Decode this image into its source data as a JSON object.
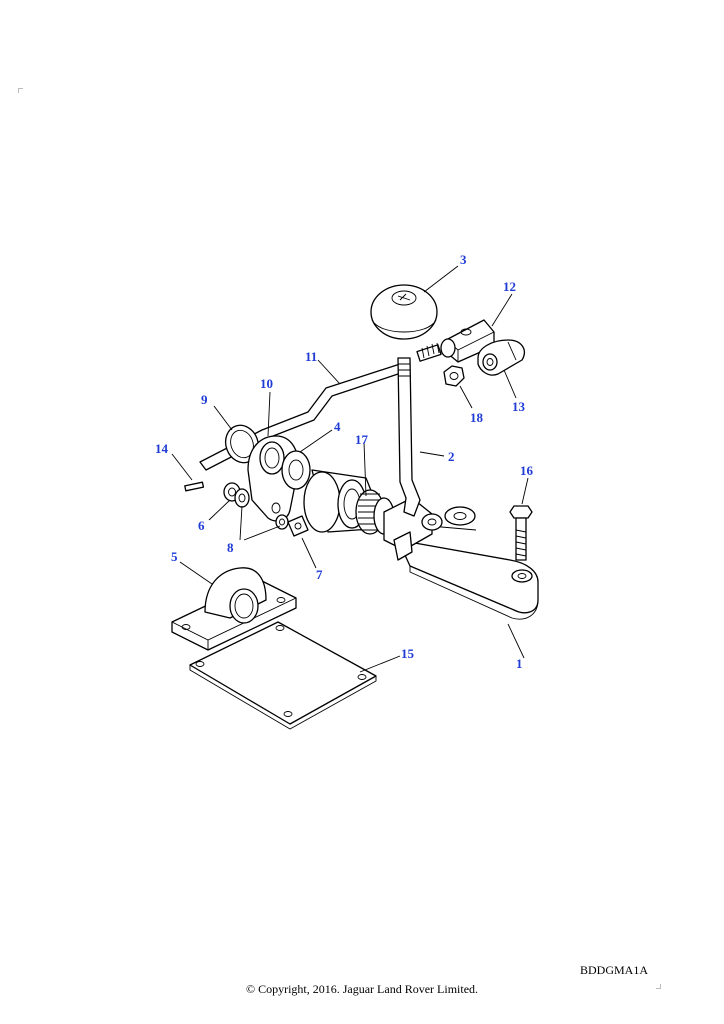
{
  "diagram": {
    "callout_color": "#1f3bd6",
    "callouts": [
      {
        "id": "1"
      },
      {
        "id": "2"
      },
      {
        "id": "3"
      },
      {
        "id": "4"
      },
      {
        "id": "5"
      },
      {
        "id": "6"
      },
      {
        "id": "7"
      },
      {
        "id": "8"
      },
      {
        "id": "9"
      },
      {
        "id": "10"
      },
      {
        "id": "11"
      },
      {
        "id": "12"
      },
      {
        "id": "13"
      },
      {
        "id": "14"
      },
      {
        "id": "15"
      },
      {
        "id": "16"
      },
      {
        "id": "17"
      },
      {
        "id": "18"
      }
    ]
  },
  "footer": {
    "reference_code": "BDDGMA1A",
    "copyright": "© Copyright, 2016. Jaguar Land Rover Limited."
  }
}
